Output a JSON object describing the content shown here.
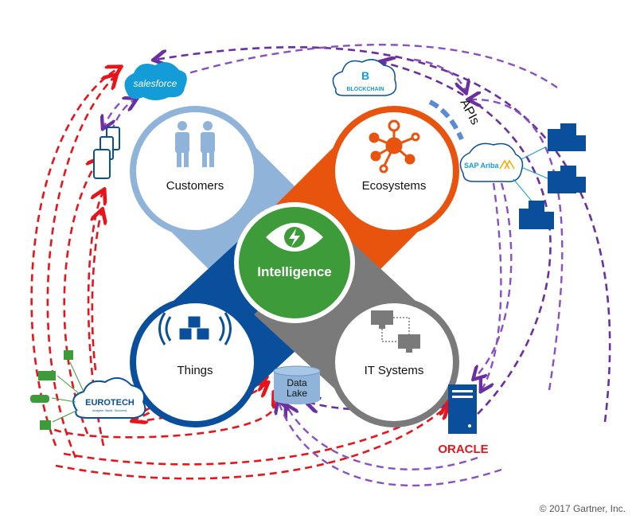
{
  "center": {
    "label": "Intelligence",
    "icon": "eye-lightning-icon",
    "color": "#3d9b3a"
  },
  "quadrants": [
    {
      "label": "Customers",
      "icon": "people-icon",
      "color": "#8fb3d9"
    },
    {
      "label": "Ecosystems",
      "icon": "network-nodes-icon",
      "color": "#e8540e"
    },
    {
      "label": "Things",
      "icon": "wireless-cubes-icon",
      "color": "#0a4f9c"
    },
    {
      "label": "IT Systems",
      "icon": "connected-monitors-icon",
      "color": "#7a7a7a"
    }
  ],
  "logos": {
    "salesforce": "salesforce",
    "blockchain": "BLOCKCHAIN",
    "sap": "SAP Ariba",
    "eurotech": "EUROTECH",
    "eurotech_tagline": "Imagine. Build. Succeed.",
    "oracle": "ORACLE"
  },
  "apis_label": "APIs",
  "data_lake": {
    "line1": "Data",
    "line2": "Lake"
  },
  "arrow_colors": {
    "red": "#e8141b",
    "purple": "#6a2fa0"
  },
  "copyright": "© 2017 Gartner, Inc."
}
